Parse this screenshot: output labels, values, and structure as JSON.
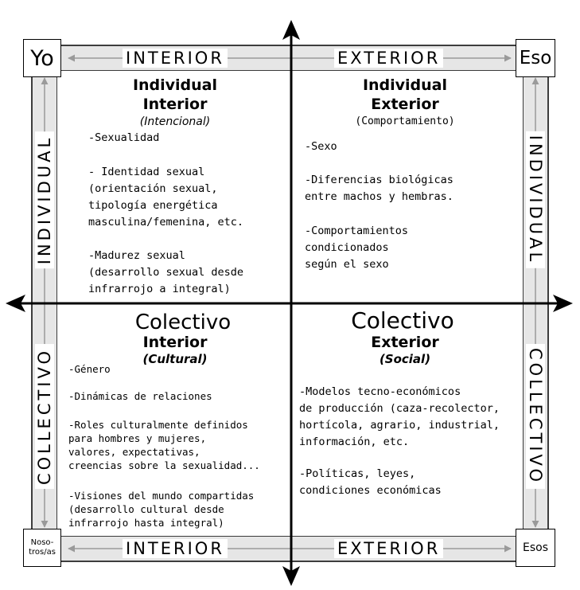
{
  "corners": {
    "top_left": "Yo",
    "top_right": "Eso",
    "bottom_left": "Noso-\ntros/as",
    "bottom_right": "Esos"
  },
  "bands": {
    "top_left": "INTERIOR",
    "top_right": "EXTERIOR",
    "bottom_left": "INTERIOR",
    "bottom_right": "EXTERIOR",
    "left_top": "INDIVIDUAL",
    "left_bottom": "COLLECTIVO",
    "right_top": "INDIVIDUAL",
    "right_bottom": "COLLECTIVO"
  },
  "quadrants": {
    "upper_left": {
      "title1": "Individual",
      "title2": "Interior",
      "subtitle": "(Intencional)",
      "items": [
        "-Sexualidad",
        "- Identidad sexual\n(orientación sexual,\ntipología energética\nmasculina/femenina, etc.",
        "-Madurez sexual\n(desarrollo sexual desde\ninfrarrojo a integral)"
      ]
    },
    "upper_right": {
      "title1": "Individual",
      "title2": "Exterior",
      "subtitle": "(Comportamiento)",
      "items": [
        "-Sexo",
        "-Diferencias biológicas\nentre machos y hembras.",
        "-Comportamientos\ncondicionados\nsegún el sexo"
      ]
    },
    "lower_left": {
      "title1": "Colectivo",
      "title2": "Interior",
      "subtitle": "(Cultural)",
      "items": [
        "-Género",
        "-Dinámicas de relaciones",
        "-Roles culturalmente definidos\npara hombres y mujeres,\nvalores, expectativas,\ncreencias sobre la sexualidad...",
        "-Visiones del mundo compartidas\n(desarrollo cultural desde\ninfrarrojo hasta integral)"
      ]
    },
    "lower_right": {
      "title1": "Colectivo",
      "title2": "Exterior",
      "subtitle": "(Social)",
      "items": [
        "-Modelos tecno-económicos\nde producción (caza-recolector,\nhortícola, agrario, industrial,\ninformación, etc.",
        "-Políticas, leyes,\ncondiciones económicas"
      ]
    }
  }
}
